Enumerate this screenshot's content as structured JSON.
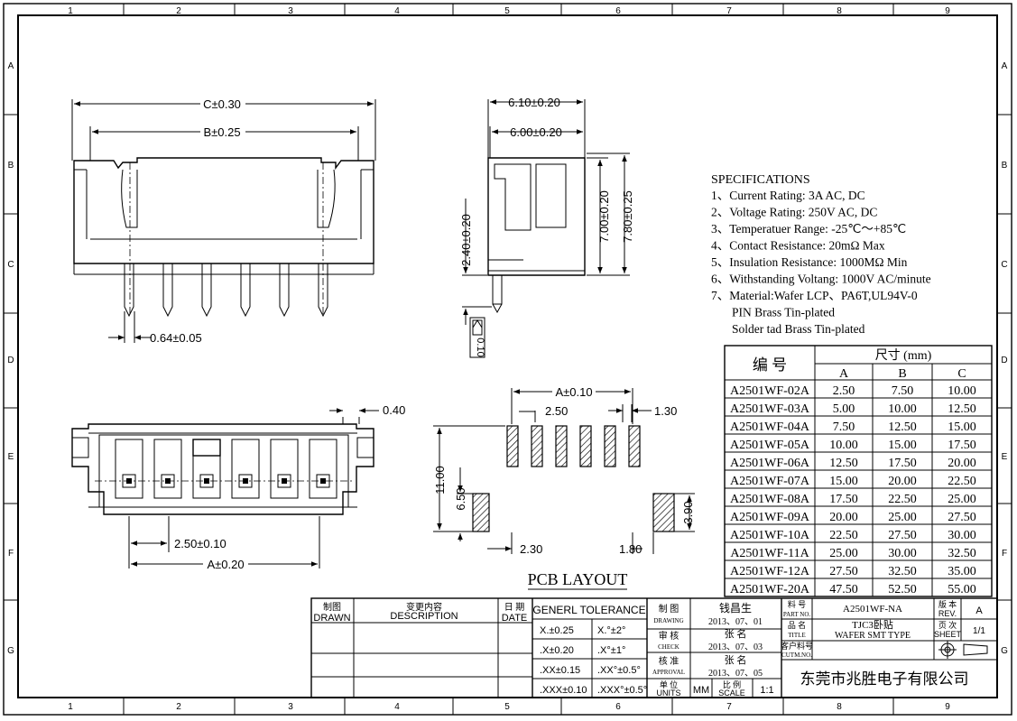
{
  "border": {
    "columns": [
      "1",
      "2",
      "3",
      "4",
      "5",
      "6",
      "7",
      "8",
      "9"
    ],
    "rows": [
      "A",
      "B",
      "C",
      "D",
      "E",
      "F",
      "G"
    ]
  },
  "front_view": {
    "dim_c": "C±0.30",
    "dim_b": "B±0.25",
    "pin_width": "0.64±0.05"
  },
  "side_view": {
    "dim_w1": "6.10±0.20",
    "dim_w2": "6.00±0.20",
    "dim_h1": "7.00±0.20",
    "dim_h2": "7.80±0.25",
    "dim_pin": "2.40±0.20",
    "pin_section": "0.10"
  },
  "bottom_view": {
    "dim_tab": "0.40",
    "pitch": "2.50±0.10",
    "dim_a": "A±0.20"
  },
  "pcb_layout": {
    "title": "PCB LAYOUT",
    "dim_a": "A±0.10",
    "pitch": "2.50",
    "pad_width": "1.30",
    "height_total": "11.00",
    "height_offset": "6.50",
    "tab_height": "3.90",
    "left_offset": "2.30",
    "right_offset": "1.80"
  },
  "specifications": {
    "heading": "SPECIFICATIONS",
    "lines": [
      "1、Current Rating: 3A AC, DC",
      "2、Voltage Rating: 250V AC, DC",
      "3、Temperatuer Range: -25℃～+85℃",
      "4、Contact Resistance: 20mΩ Max",
      "5、Insulation Resistance: 1000MΩ Min",
      "6、Withstanding Voltang: 1000V AC/minute",
      "7、Material:Wafer LCP、PA6T,UL94V-0",
      "PIN Brass Tin-plated",
      "Solder tad Brass Tin-plated"
    ]
  },
  "dimension_table": {
    "header_part": "编  号",
    "header_size": "尺寸 (mm)",
    "columns": [
      "A",
      "B",
      "C"
    ],
    "rows": [
      {
        "part": "A2501WF-02A",
        "a": "2.50",
        "b": "7.50",
        "c": "10.00"
      },
      {
        "part": "A2501WF-03A",
        "a": "5.00",
        "b": "10.00",
        "c": "12.50"
      },
      {
        "part": "A2501WF-04A",
        "a": "7.50",
        "b": "12.50",
        "c": "15.00"
      },
      {
        "part": "A2501WF-05A",
        "a": "10.00",
        "b": "15.00",
        "c": "17.50"
      },
      {
        "part": "A2501WF-06A",
        "a": "12.50",
        "b": "17.50",
        "c": "20.00"
      },
      {
        "part": "A2501WF-07A",
        "a": "15.00",
        "b": "20.00",
        "c": "22.50"
      },
      {
        "part": "A2501WF-08A",
        "a": "17.50",
        "b": "22.50",
        "c": "25.00"
      },
      {
        "part": "A2501WF-09A",
        "a": "20.00",
        "b": "25.00",
        "c": "27.50"
      },
      {
        "part": "A2501WF-10A",
        "a": "22.50",
        "b": "27.50",
        "c": "30.00"
      },
      {
        "part": "A2501WF-11A",
        "a": "25.00",
        "b": "30.00",
        "c": "32.50"
      },
      {
        "part": "A2501WF-12A",
        "a": "27.50",
        "b": "32.50",
        "c": "35.00"
      },
      {
        "part": "A2501WF-20A",
        "a": "47.50",
        "b": "52.50",
        "c": "55.00"
      }
    ]
  },
  "title_block": {
    "drawn_cn": "制图",
    "drawn_en": "DRAWN",
    "desc_cn": "变更内容",
    "desc_en": "DESCRIPTION",
    "date_cn": "日 期",
    "date_en": "DATE",
    "tolerance_title": "GENERL TOLERANCE",
    "tolerances": [
      "X.±0.25",
      "X.°±2°",
      ".X±0.20",
      ".X°±1°",
      ".XX±0.15",
      ".XX°±0.5°",
      ".XXX±0.10",
      ".XXX°±0.5°"
    ],
    "drawing_cn": "制  图",
    "drawing_en": "DRAWING",
    "check_cn": "审  核",
    "check_en": "CHECK",
    "approval_cn": "核  准",
    "approval_en": "APPROVAL",
    "units_cn": "单 位",
    "units_en": "UNITS",
    "units_value": "MM",
    "scale_cn": "比 例",
    "scale_en": "SCALE",
    "scale_value": "1:1",
    "drawer_name": "钱昌生",
    "drawer_date": "2013、07、01",
    "checker_name": "张  名",
    "checker_date": "2013、07、03",
    "approver_name": "张  名",
    "approver_date": "2013、07、05",
    "part_no_cn": "料  号",
    "part_no_en": "PART NO.",
    "part_no_value": "A2501WF-NA",
    "title_cn": "品  名",
    "title_en": "TITLE",
    "title_value_cn": "TJC3卧贴",
    "title_value_en": "WAFER SMT TYPE",
    "cust_no_cn": "客户料号",
    "cust_no_en": "CUTM.NO.",
    "rev_cn": "版 本",
    "rev_en": "REV.",
    "rev_value": "A",
    "sheet_cn": "页 次",
    "sheet_en": "SHEET",
    "sheet_value": "1/1",
    "company": "东莞市兆胜电子有限公司"
  }
}
